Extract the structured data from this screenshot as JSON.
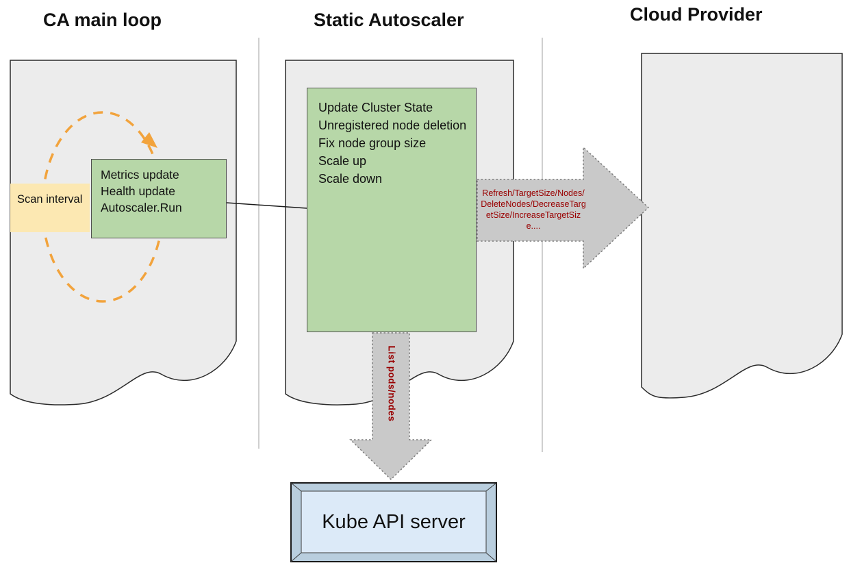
{
  "titles": {
    "lane1": "CA main loop",
    "lane2": "Static Autoscaler",
    "lane3": "Cloud Provider"
  },
  "ca_loop": {
    "scan_interval": "Scan interval",
    "run_box": {
      "lines": [
        "Metrics update",
        "Health update",
        "Autoscaler.Run"
      ]
    }
  },
  "autoscaler_box": {
    "lines": [
      "Update Cluster State",
      "Unregistered node deletion",
      "Fix node group size",
      "Scale up",
      "Scale down"
    ]
  },
  "edges": {
    "cloud_call_label": "Refresh/TargetSize/Nodes/DeleteNodes/DecreaseTargetSize/IncreaseTargetSize....",
    "kube_call_label": "List pods/nodes"
  },
  "kube_api_server": {
    "label": "Kube API server"
  },
  "colors": {
    "green_box": "#b7d7a8",
    "yellow_box": "#fce8b2",
    "document_fill": "#ececec",
    "arrow_fill": "#c9c9c9",
    "label_red": "#990000",
    "loop_orange": "#f2a33c",
    "kube_frame": "#b9cede",
    "kube_face": "#dceaf8"
  }
}
